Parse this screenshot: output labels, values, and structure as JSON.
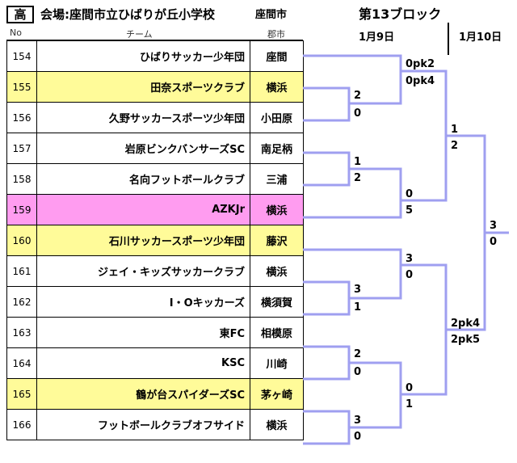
{
  "header": {
    "level": "高",
    "venue": "会場:座間市立ひばりが丘小学校",
    "venue_city": "座間市",
    "block": "第13ブロック",
    "date_round1": "1月9日",
    "date_round2": "1月10日"
  },
  "columns": {
    "no": "No",
    "team": "チーム",
    "city": "郡市"
  },
  "teams": [
    {
      "no": "154",
      "name": "ひばりサッカー少年団",
      "city": "座間",
      "highlight": ""
    },
    {
      "no": "155",
      "name": "田奈スポーツクラブ",
      "city": "横浜",
      "highlight": "yellow"
    },
    {
      "no": "156",
      "name": "久野サッカースポーツ少年団",
      "city": "小田原",
      "highlight": ""
    },
    {
      "no": "157",
      "name": "岩原ビンクバンサーズSC",
      "city": "南足柄",
      "highlight": ""
    },
    {
      "no": "158",
      "name": "名向フットボールクラブ",
      "city": "三浦",
      "highlight": ""
    },
    {
      "no": "159",
      "name": "AZKJr",
      "city": "横浜",
      "highlight": "pink"
    },
    {
      "no": "160",
      "name": "石川サッカースポーツ少年団",
      "city": "藤沢",
      "highlight": "yellow"
    },
    {
      "no": "161",
      "name": "ジェイ・キッズサッカークラブ",
      "city": "横浜",
      "highlight": ""
    },
    {
      "no": "162",
      "name": "I・Oキッカーズ",
      "city": "横須賀",
      "highlight": ""
    },
    {
      "no": "163",
      "name": "東FC",
      "city": "相模原",
      "highlight": ""
    },
    {
      "no": "164",
      "name": "KSC",
      "city": "川崎",
      "highlight": ""
    },
    {
      "no": "165",
      "name": "鶴が台スパイダーズSC",
      "city": "茅ヶ崎",
      "highlight": "yellow"
    },
    {
      "no": "166",
      "name": "フットボールクラブオフサイド",
      "city": "横浜",
      "highlight": ""
    }
  ],
  "scores": {
    "r1_155_156": [
      "2",
      "0"
    ],
    "r1_157_158": [
      "1",
      "2"
    ],
    "r1_161_162": [
      "3",
      "1"
    ],
    "r1_163_164": [
      "2",
      "0"
    ],
    "r1_165_166": [
      "3",
      "0"
    ],
    "r2_154_vs_155": [
      "0pk2",
      "0pk4"
    ],
    "r2_158_vs_159": [
      "0",
      "5"
    ],
    "r2_160_vs_161": [
      "3",
      "0"
    ],
    "r2_163_vs_165": [
      "0",
      "1"
    ],
    "sf_upper": [
      "1",
      "2"
    ],
    "sf_lower": [
      "2pk4",
      "2pk5"
    ],
    "final": [
      "3",
      "0"
    ]
  },
  "colors": {
    "bracket_line": "#9f9ff0",
    "highlight_yellow": "#fffb99",
    "highlight_pink": "#ff9cf0"
  }
}
